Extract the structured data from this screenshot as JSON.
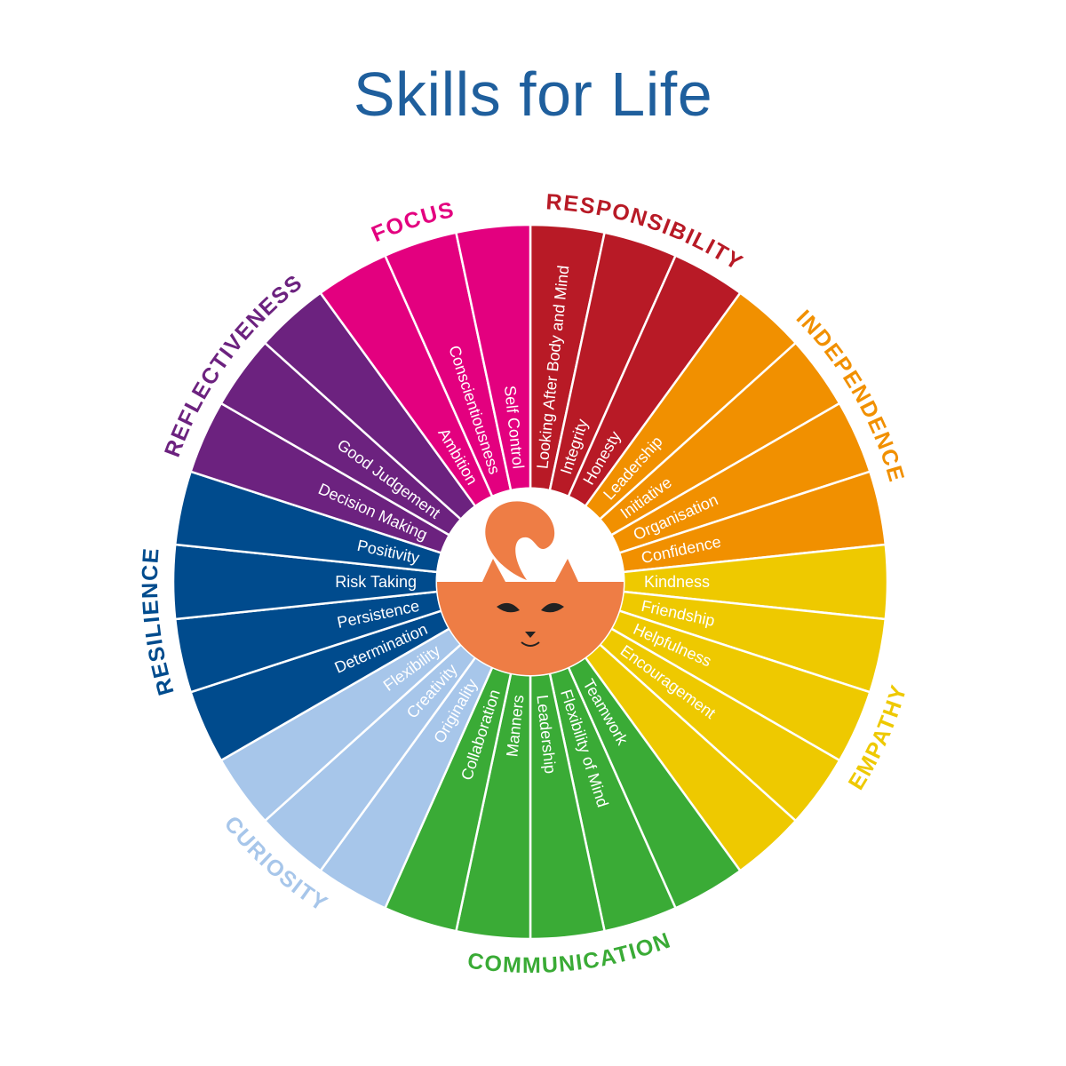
{
  "title": "Skills for Life",
  "colors": {
    "divider": "#ffffff",
    "center_fill": "#ffffff",
    "mascot": "#ee7d45",
    "mascot_features": "#222222"
  },
  "mascot": {
    "icon": "squirrel-icon"
  },
  "categories": [
    {
      "name": "RESPONSIBILITY",
      "color": "#b81a26",
      "skills": [
        "Looking After Body and Mind",
        "Integrity",
        "Honesty"
      ]
    },
    {
      "name": "INDEPENDENCE",
      "color": "#f19000",
      "skills": [
        "Leadership",
        "Initiative",
        "Organisation",
        "Confidence"
      ]
    },
    {
      "name": "EMPATHY",
      "color": "#eec900",
      "skills": [
        "Kindness",
        "Friendship",
        "Helpfulness",
        "Encouragement",
        ""
      ]
    },
    {
      "name": "COMMUNICATION",
      "color": "#3aab36",
      "skills": [
        "Teamwork",
        "Flexibility of Mind",
        "Leadership",
        "Manners",
        "Collaboration"
      ]
    },
    {
      "name": "CURIOSITY",
      "color": "#a7c6ea",
      "skills": [
        "Originality",
        "Creativity",
        "Flexibility"
      ]
    },
    {
      "name": "RESILIENCE",
      "color": "#004b8d",
      "skills": [
        "Determination",
        "Persistence",
        "Risk Taking",
        "Positivity"
      ]
    },
    {
      "name": "REFLECTIVENESS",
      "color": "#6c227f",
      "skills": [
        "Decision Making",
        "Good Judgement",
        ""
      ]
    },
    {
      "name": "FOCUS",
      "color": "#e3007f",
      "skills": [
        "Ambition",
        "Conscientiousness",
        "Self Control"
      ]
    }
  ]
}
